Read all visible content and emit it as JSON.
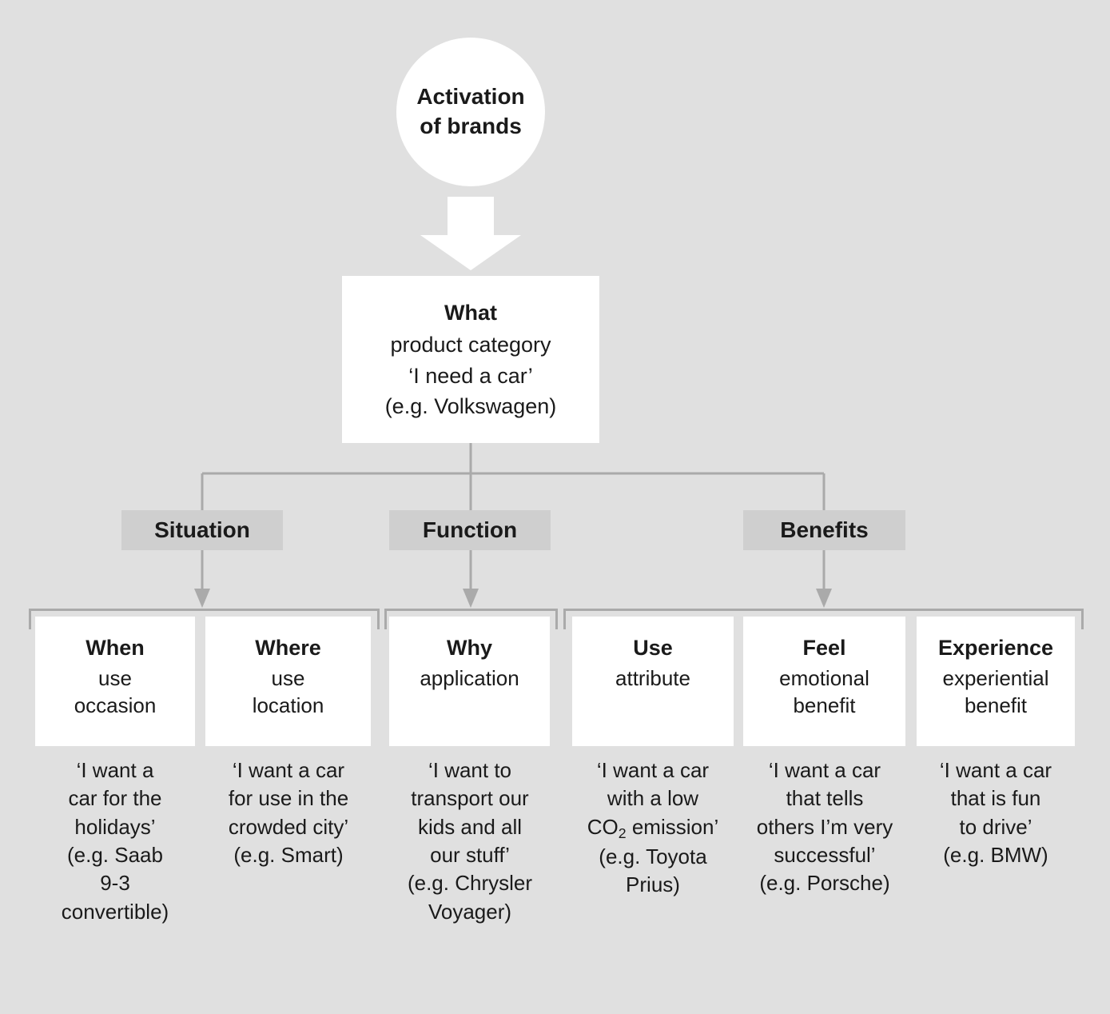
{
  "diagram": {
    "root": {
      "label_line1": "Activation",
      "label_line2": "of brands"
    },
    "what_box": {
      "title": "What",
      "line1": "product category",
      "line2": "‘I need a car’",
      "line3": "(e.g. Volkswagen)"
    },
    "categories": [
      {
        "label": "Situation"
      },
      {
        "label": "Function"
      },
      {
        "label": "Benefits"
      }
    ],
    "leaves": [
      {
        "lead": "When",
        "sub1": "use",
        "sub2": "occasion",
        "quote": "‘I want a\ncar for the\nholidays’\n(e.g. Saab\n9-3\nconvertible)"
      },
      {
        "lead": "Where",
        "sub1": "use",
        "sub2": "location",
        "quote": "‘I want a car\nfor use in the\ncrowded city’\n(e.g. Smart)"
      },
      {
        "lead": "Why",
        "sub1": "application",
        "sub2": "",
        "quote": "‘I want to\ntransport our\nkids and all\nour stuff’\n(e.g. Chrysler\nVoyager)"
      },
      {
        "lead": "Use",
        "sub1": "attribute",
        "sub2": "",
        "quote_pre": "‘I want a car\nwith a low\nCO",
        "quote_sub": "2",
        "quote_post": " emission’\n(e.g. Toyota\nPrius)"
      },
      {
        "lead": "Feel",
        "sub1": "emotional",
        "sub2": "benefit",
        "quote": "‘I want a car\nthat tells\nothers I’m very\nsuccessful’\n(e.g. Porsche)"
      },
      {
        "lead": "Experience",
        "sub1": "experiential",
        "sub2": "benefit",
        "quote": "‘I want a car\nthat is fun\nto drive’\n(e.g. BMW)"
      }
    ],
    "colors": {
      "background": "#e0e0e0",
      "box_fill": "#ffffff",
      "chip_fill": "#cfcfcf",
      "connector": "#aaaaaa",
      "text": "#1a1a1a"
    }
  }
}
